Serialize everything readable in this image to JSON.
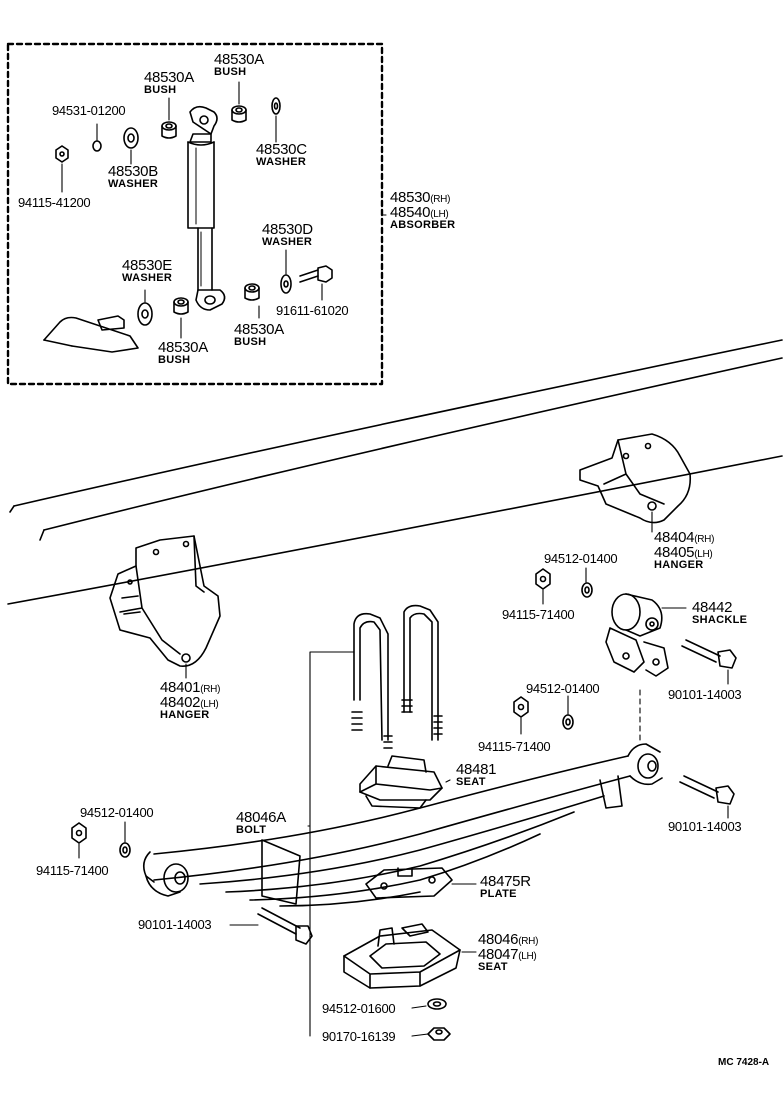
{
  "diagram": {
    "inset": {
      "labels": [
        {
          "part": "48530A",
          "desc": "BUSH"
        },
        {
          "part": "48530A",
          "desc": "BUSH"
        },
        {
          "part": "94531-01200"
        },
        {
          "part": "48530C",
          "desc": "WASHER"
        },
        {
          "part": "48530B",
          "desc": "WASHER"
        },
        {
          "part": "94115-41200"
        },
        {
          "part": "48530",
          "side": "(RH)"
        },
        {
          "part": "48540",
          "side": "(LH)",
          "desc": "ABSORBER"
        },
        {
          "part": "48530D",
          "desc": "WASHER"
        },
        {
          "part": "48530E",
          "desc": "WASHER"
        },
        {
          "part": "91611-61020"
        },
        {
          "part": "48530A",
          "desc": "BUSH"
        },
        {
          "part": "48530A",
          "desc": "BUSH"
        }
      ]
    },
    "main": {
      "labels": [
        {
          "part": "48404",
          "side": "(RH)"
        },
        {
          "part": "48405",
          "side": "(LH)",
          "desc": "HANGER"
        },
        {
          "part": "94512-01400"
        },
        {
          "part": "94115-71400"
        },
        {
          "part": "48442",
          "desc": "SHACKLE"
        },
        {
          "part": "90101-14003"
        },
        {
          "part": "48401",
          "side": "(RH)"
        },
        {
          "part": "48402",
          "side": "(LH)",
          "desc": "HANGER"
        },
        {
          "part": "94512-01400"
        },
        {
          "part": "94115-71400"
        },
        {
          "part": "48481",
          "desc": "SEAT"
        },
        {
          "part": "94512-01400"
        },
        {
          "part": "94115-71400"
        },
        {
          "part": "48046A",
          "desc": "BOLT"
        },
        {
          "part": "90101-14003"
        },
        {
          "part": "48475R",
          "desc": "PLATE"
        },
        {
          "part": "90101-14003"
        },
        {
          "part": "48046",
          "side": "(RH)"
        },
        {
          "part": "48047",
          "side": "(LH)",
          "desc": "SEAT"
        },
        {
          "part": "94512-01600"
        },
        {
          "part": "90170-16139"
        }
      ]
    },
    "footer_code": "MC 7428-A"
  }
}
